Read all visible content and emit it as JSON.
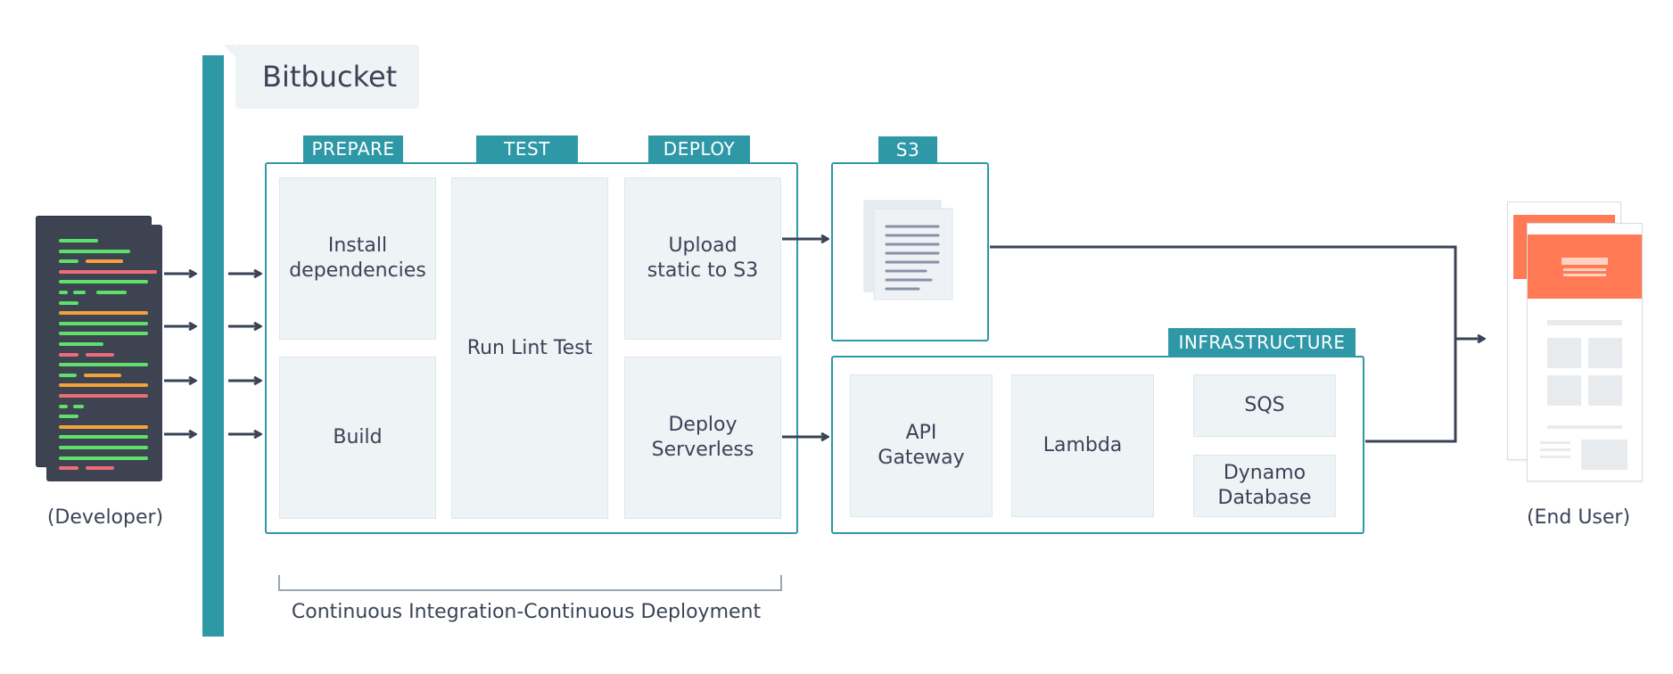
{
  "bitbucket": {
    "label": "Bitbucket"
  },
  "developer": {
    "caption": "(Developer)"
  },
  "end_user": {
    "caption": "(End User)"
  },
  "pipeline": {
    "stages": [
      {
        "tag": "PREPARE"
      },
      {
        "tag": "TEST"
      },
      {
        "tag": "DEPLOY"
      }
    ],
    "cards": {
      "install": "Install\ndependencies",
      "build": "Build",
      "lint": "Run Lint Test",
      "upload": "Upload\nstatic to S3",
      "deploy": "Deploy\nServerless"
    },
    "bracket_label": "Continuous Integration-Continuous Deployment"
  },
  "s3": {
    "tag": "S3"
  },
  "infrastructure": {
    "tag": "INFRASTRUCTURE",
    "services": {
      "api_gateway": "API\nGateway",
      "lambda": "Lambda",
      "sqs": "SQS",
      "dynamo": "Dynamo\nDatabase"
    }
  },
  "colors": {
    "teal": "#2e98a7",
    "card_bg": "#eef3f6",
    "text": "#3a4356",
    "arrow": "#3a4356",
    "code_green": "#5ee06a",
    "code_orange": "#f4a23a",
    "code_red": "#ee6c78",
    "page_orange": "#ff7a55"
  }
}
